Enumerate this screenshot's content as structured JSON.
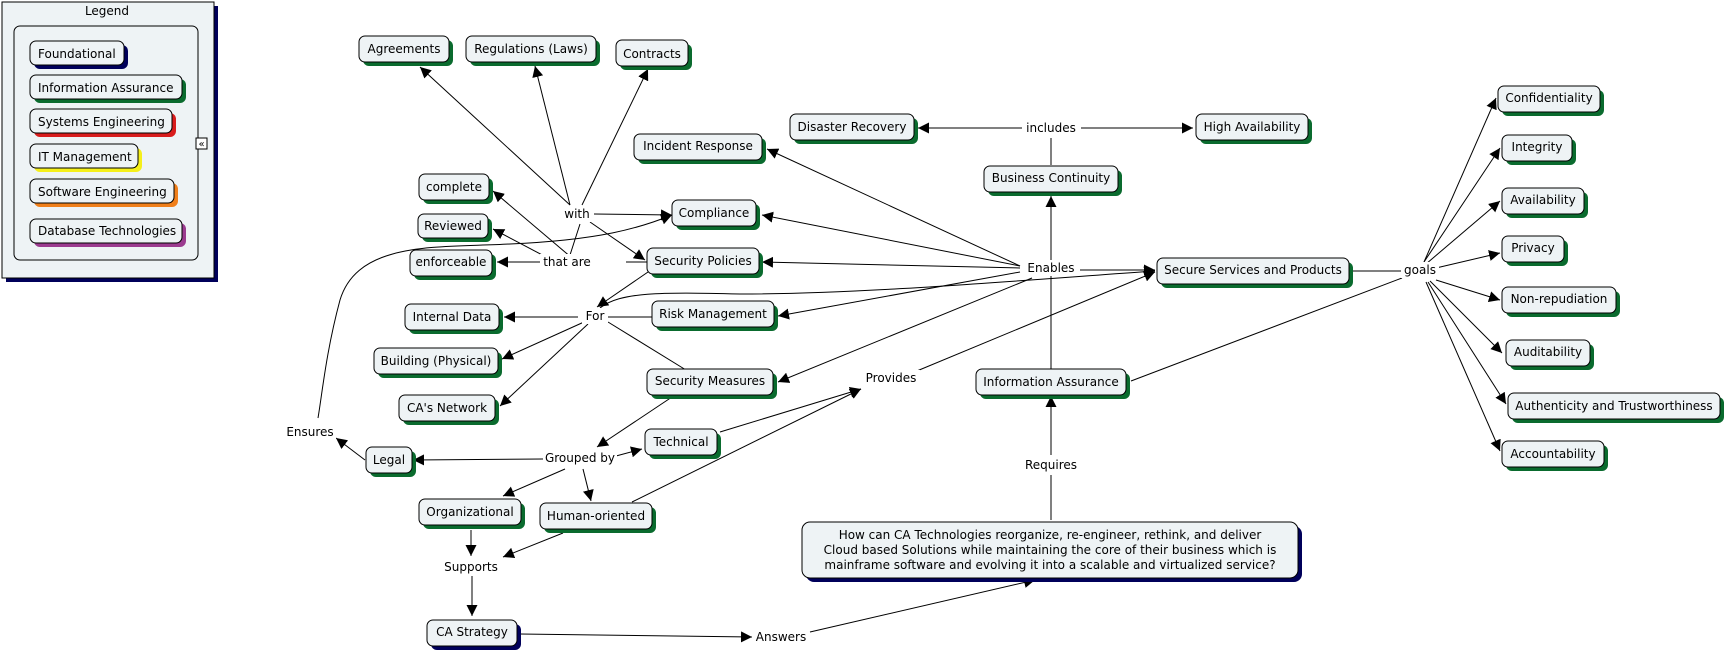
{
  "legend": {
    "title": "Legend",
    "collapse_icon": "collapse-left-icon",
    "items": [
      {
        "label": "Foundational",
        "color": "#00005a"
      },
      {
        "label": "Information Assurance",
        "color": "#0a6b2e"
      },
      {
        "label": "Systems Engineering",
        "color": "#d81c1c"
      },
      {
        "label": "IT Management",
        "color": "#f5ef1a"
      },
      {
        "label": "Software Engineering",
        "color": "#f07f1a"
      },
      {
        "label": "Database Technologies",
        "color": "#9b3b8f"
      }
    ]
  },
  "colors": {
    "node_fill": "#eef3f5",
    "shadow_green": "#0a6b2e",
    "shadow_navy": "#00005a"
  },
  "nodes": {
    "agreements": "Agreements",
    "regulations": "Regulations (Laws)",
    "contracts": "Contracts",
    "incident_response": "Incident Response",
    "disaster_recovery": "Disaster Recovery",
    "high_availability": "High Availability",
    "complete": "complete",
    "reviewed": "Reviewed",
    "enforceable": "enforceable",
    "compliance": "Compliance",
    "security_policies": "Security Policies",
    "business_continuity": "Business Continuity",
    "internal_data": "Internal Data",
    "building": "Building (Physical)",
    "cas_network": "CA's Network",
    "risk_management": "Risk Management",
    "security_measures": "Security Measures",
    "information_assurance": "Information Assurance",
    "secure_services": "Secure Services and Products",
    "legal": "Legal",
    "technical": "Technical",
    "organizational": "Organizational",
    "human_oriented": "Human-oriented",
    "ca_strategy": "CA Strategy",
    "question": [
      "How can CA Technologies reorganize, re-engineer, rethink, and deliver",
      "Cloud based Solutions while maintaining the core of their business which is",
      "mainframe software and evolving it into a scalable and virtualized service?"
    ],
    "confidentiality": "Confidentiality",
    "integrity": "Integrity",
    "availability": "Availability",
    "privacy": "Privacy",
    "non_repudiation": "Non-repudiation",
    "auditability": "Auditability",
    "authenticity": "Authenticity and Trustworthiness",
    "accountability": "Accountability"
  },
  "links": {
    "with": "with",
    "that_are": "that are",
    "for": "For",
    "includes": "includes",
    "enables": "Enables",
    "goals": "goals",
    "provides": "Provides",
    "ensures": "Ensures",
    "grouped_by": "Grouped by",
    "supports": "Supports",
    "requires": "Requires",
    "answers": "Answers"
  }
}
